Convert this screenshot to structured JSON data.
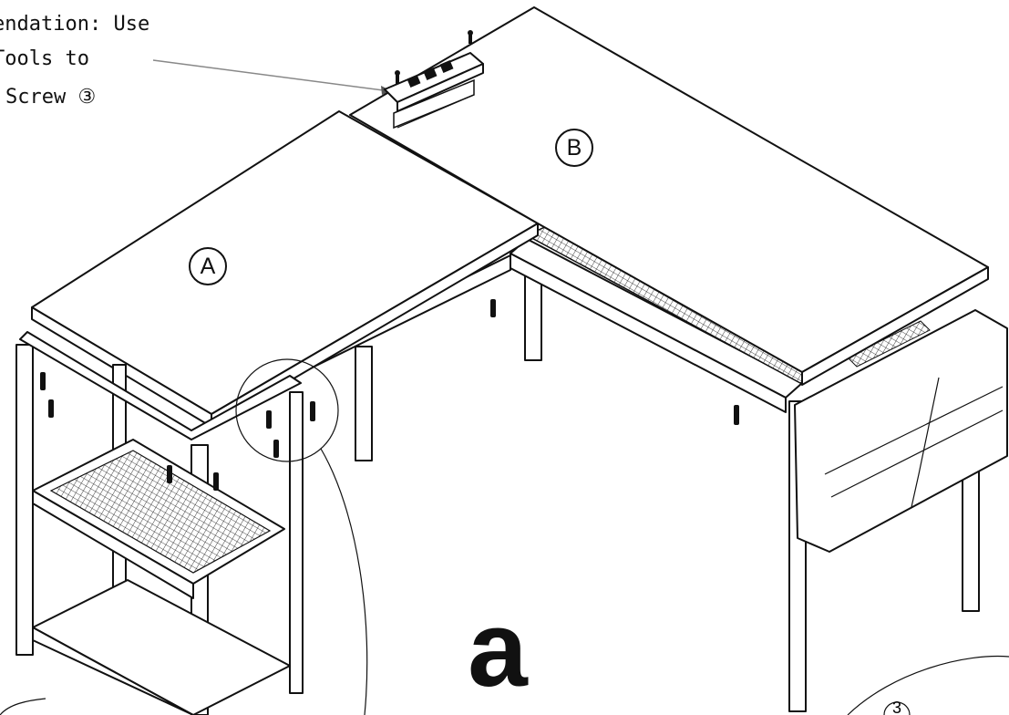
{
  "recommendation": {
    "line1": "endation: Use",
    "line2": "Tools to",
    "line3": "Screw ③"
  },
  "parts": {
    "a": "A",
    "b": "B"
  },
  "step_label": "a",
  "detail_marker": "3",
  "colors": {
    "ink": "#111111",
    "paper": "#ffffff",
    "leader": "#888888"
  },
  "icons": [
    "screw-icon",
    "power-strip-icon",
    "mesh-panel-icon"
  ]
}
